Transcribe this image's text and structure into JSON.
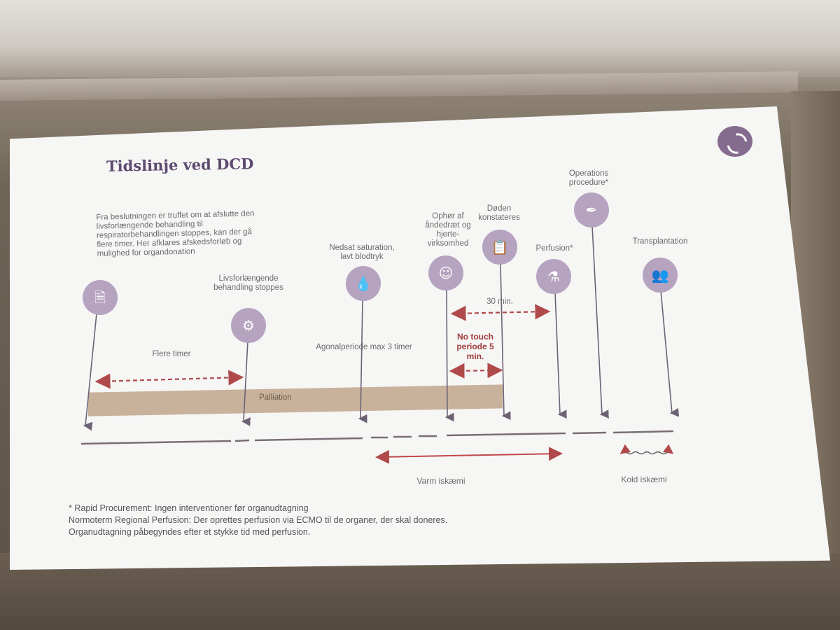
{
  "slide": {
    "title": "Tidslinje ved DCD",
    "logo_icon": "swirl-logo-icon"
  },
  "events": {
    "decision": {
      "description": "Fra beslutningen er truffet om at afslutte den livsforlængende behandling til respiratorbehandlingen stoppes, kan der gå flere timer. Her afklares afskedsforløb og mulighed for organdonation",
      "icon": "document-icon"
    },
    "treatment_stop": {
      "label": "Livsforlængende behandling stoppes",
      "icon": "ventilator-icon"
    },
    "saturation": {
      "label": "Nedsat saturation, lavt blodtryk",
      "icon": "drop-icon"
    },
    "cessation": {
      "label": "Ophør af åndedræt og hjerte-virksomhed",
      "icon": "breathing-head-icon"
    },
    "death": {
      "label": "Døden konstateres",
      "icon": "clipboard-icon"
    },
    "perfusion": {
      "label": "Perfusion*",
      "icon": "iv-bag-icon"
    },
    "operation": {
      "label": "Operations procedure*",
      "icon": "scalpel-icon"
    },
    "transplantation": {
      "label": "Transplantation",
      "icon": "people-transfer-icon"
    }
  },
  "intervals": {
    "flere_timer": "Flere timer",
    "agonal": "Agonalperiode max 3 timer",
    "thirty_min": "30 min.",
    "no_touch": "No touch periode 5 min.",
    "palliation": "Palliation",
    "varm": "Varm iskæmi",
    "kold": "Kold iskæmi"
  },
  "footnote": {
    "line1": "* Rapid Procurement: Ingen interventioner før organudtagning",
    "line2": "Normoterm Regional Perfusion: Der oprettes perfusion via ECMO til de organer, der skal doneres.",
    "line3": "Organudtagning påbegyndes efter et stykke tid med perfusion."
  },
  "colors": {
    "accent_purple": "#b5a3c0",
    "title_purple": "#5e4a6f",
    "dashed_red": "#b04a4a",
    "palliation_tan": "#c9b29b"
  }
}
